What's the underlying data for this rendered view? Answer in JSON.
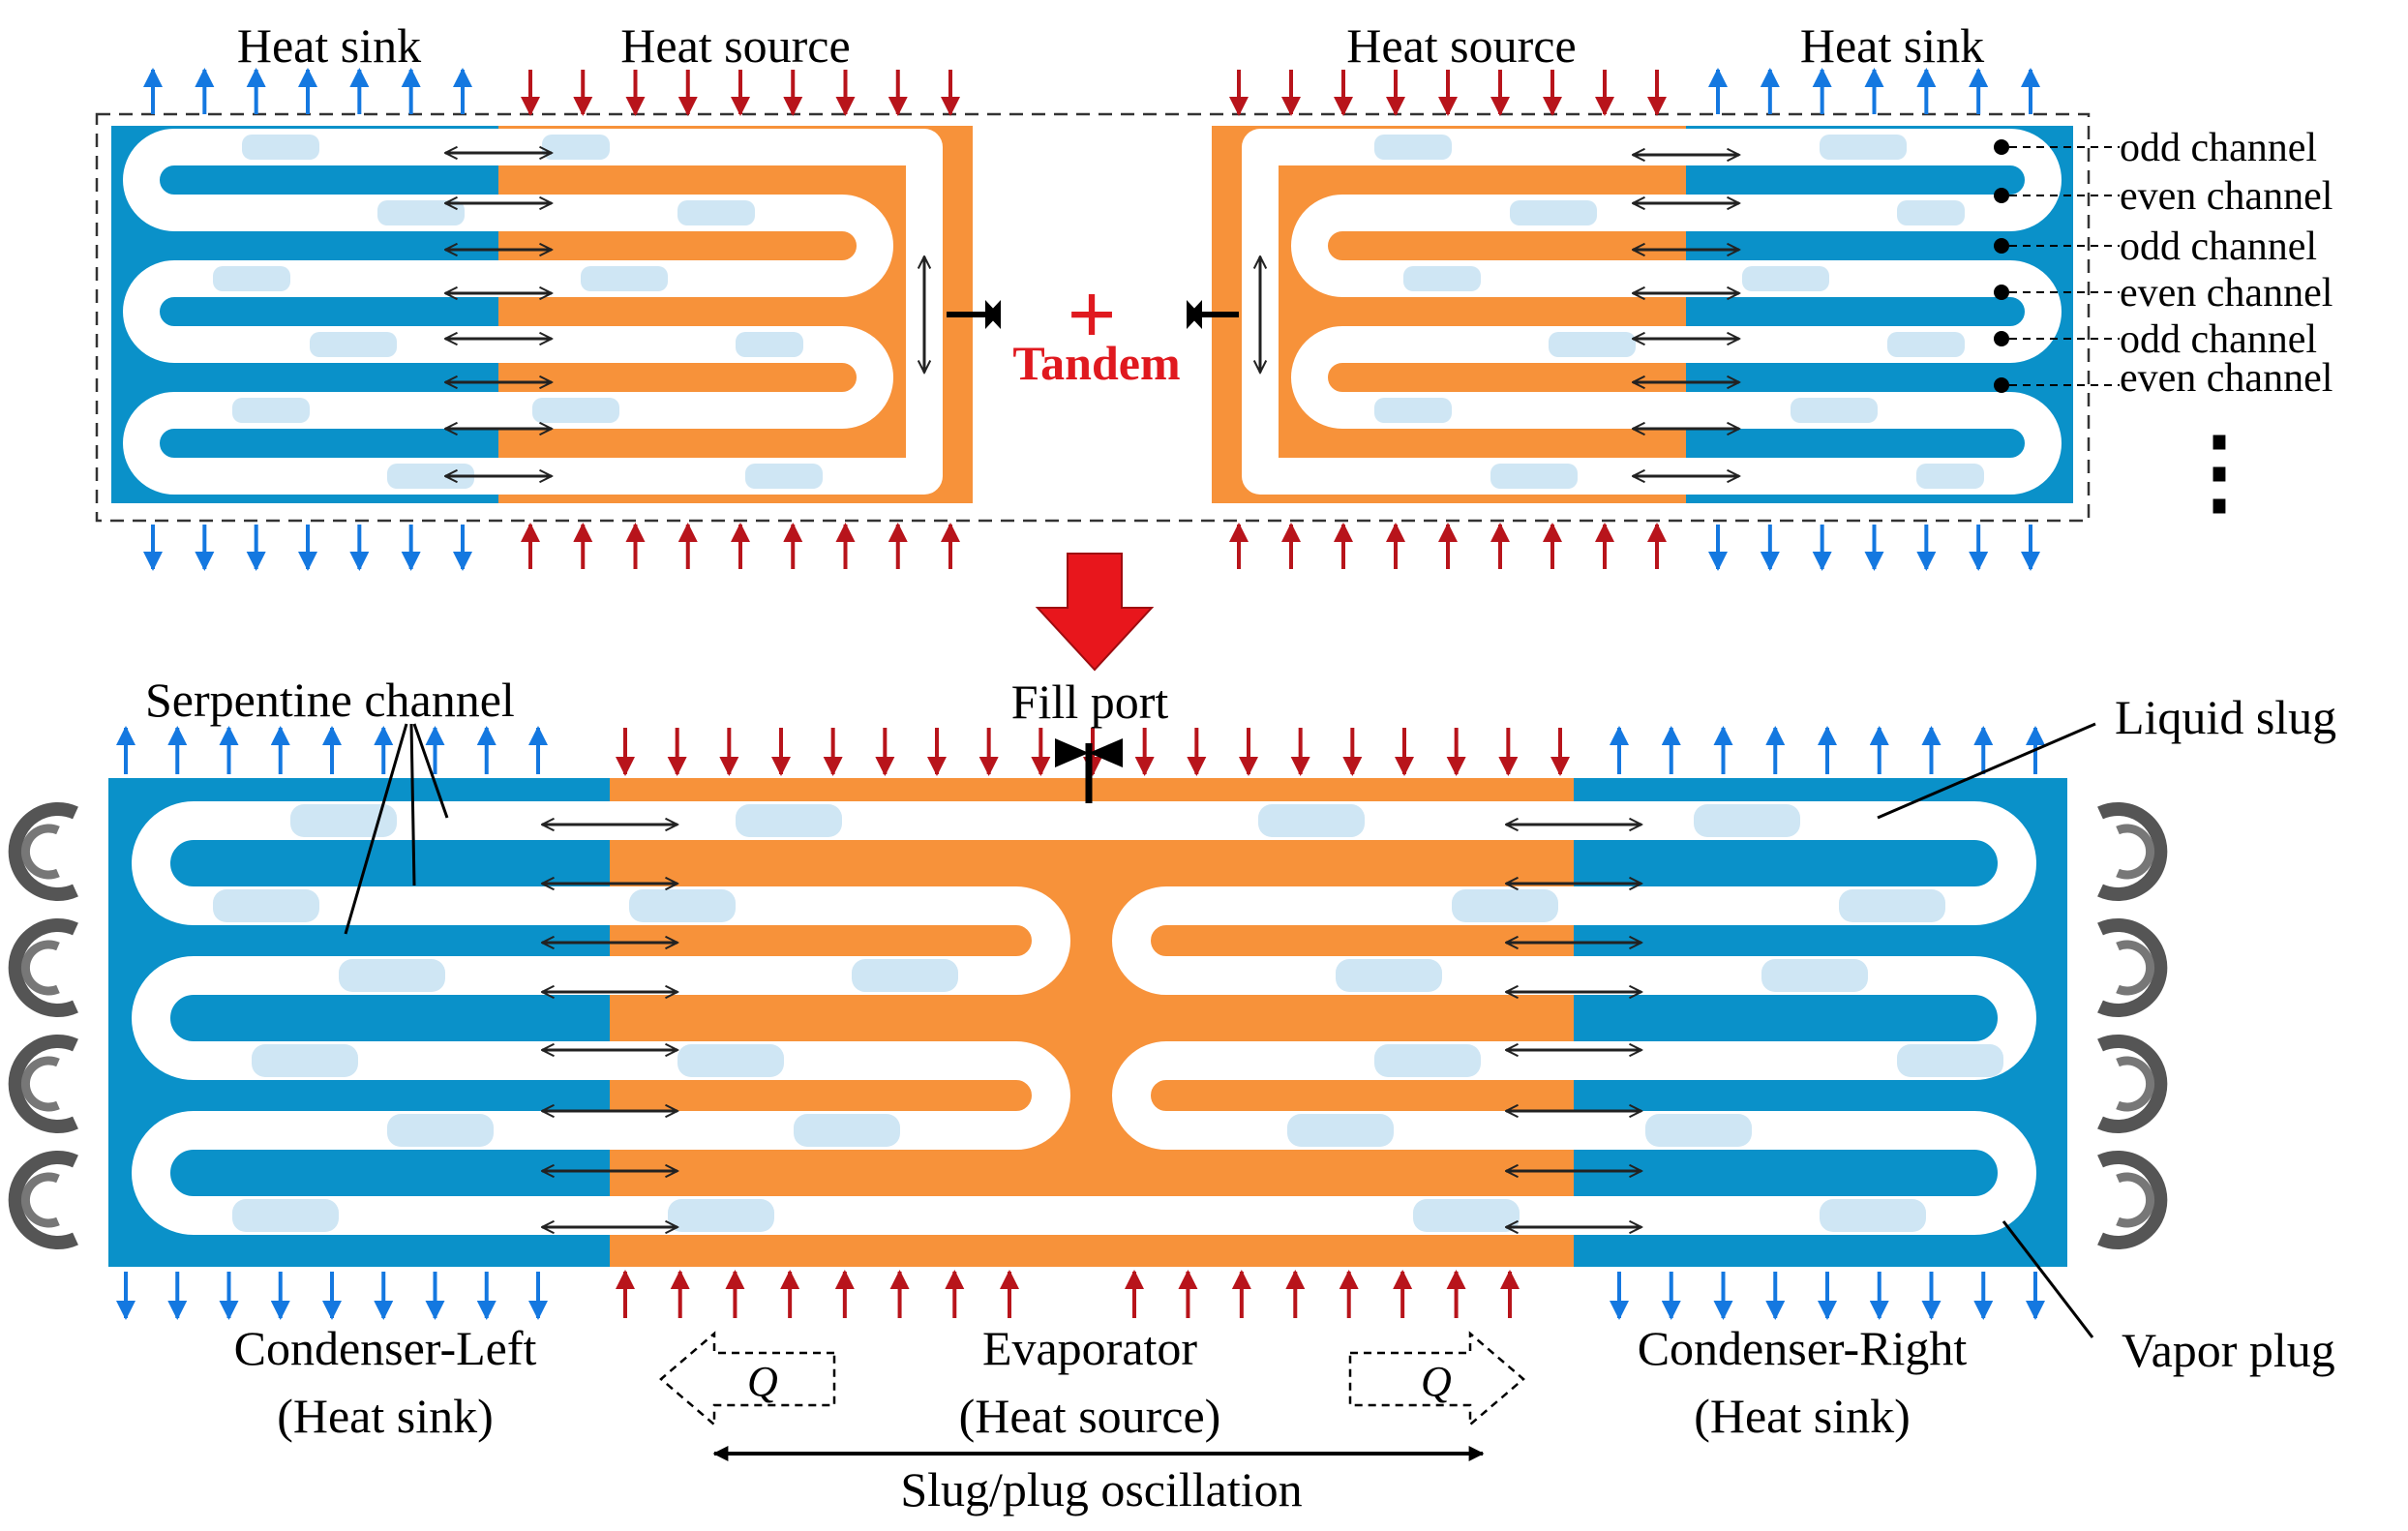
{
  "colors": {
    "sink_blue": "#0a91c9",
    "source_orange": "#f7923a",
    "vapor_white": "#ffffff",
    "liquid_light": "#cfe6f4",
    "cold_arrow": "#1478e0",
    "hot_arrow": "#b8141b",
    "tandem_red": "#e0191f"
  },
  "top_left": {
    "sink_label": "Heat sink",
    "source_label": "Heat source"
  },
  "top_right": {
    "source_label": "Heat source",
    "sink_label": "Heat sink"
  },
  "tandem": {
    "plus": "+",
    "label": "Tandem"
  },
  "channel_labels": [
    "odd channel",
    "even channel",
    "odd channel",
    "even channel",
    "odd channel",
    "even channel"
  ],
  "ellipsis": "⋮",
  "bottom": {
    "serpentine_label": "Serpentine channel",
    "fill_port_label": "Fill port",
    "liquid_slug_label": "Liquid slug",
    "vapor_plug_label": "Vapor plug",
    "condenser_left": {
      "line1": "Condenser-Left",
      "line2": "(Heat sink)"
    },
    "evaporator": {
      "line1": "Evaporator",
      "line2": "(Heat source)"
    },
    "condenser_right": {
      "line1": "Condenser-Right",
      "line2": "(Heat sink)"
    },
    "q_symbol": "Q",
    "oscillation_label": "Slug/plug oscillation"
  }
}
